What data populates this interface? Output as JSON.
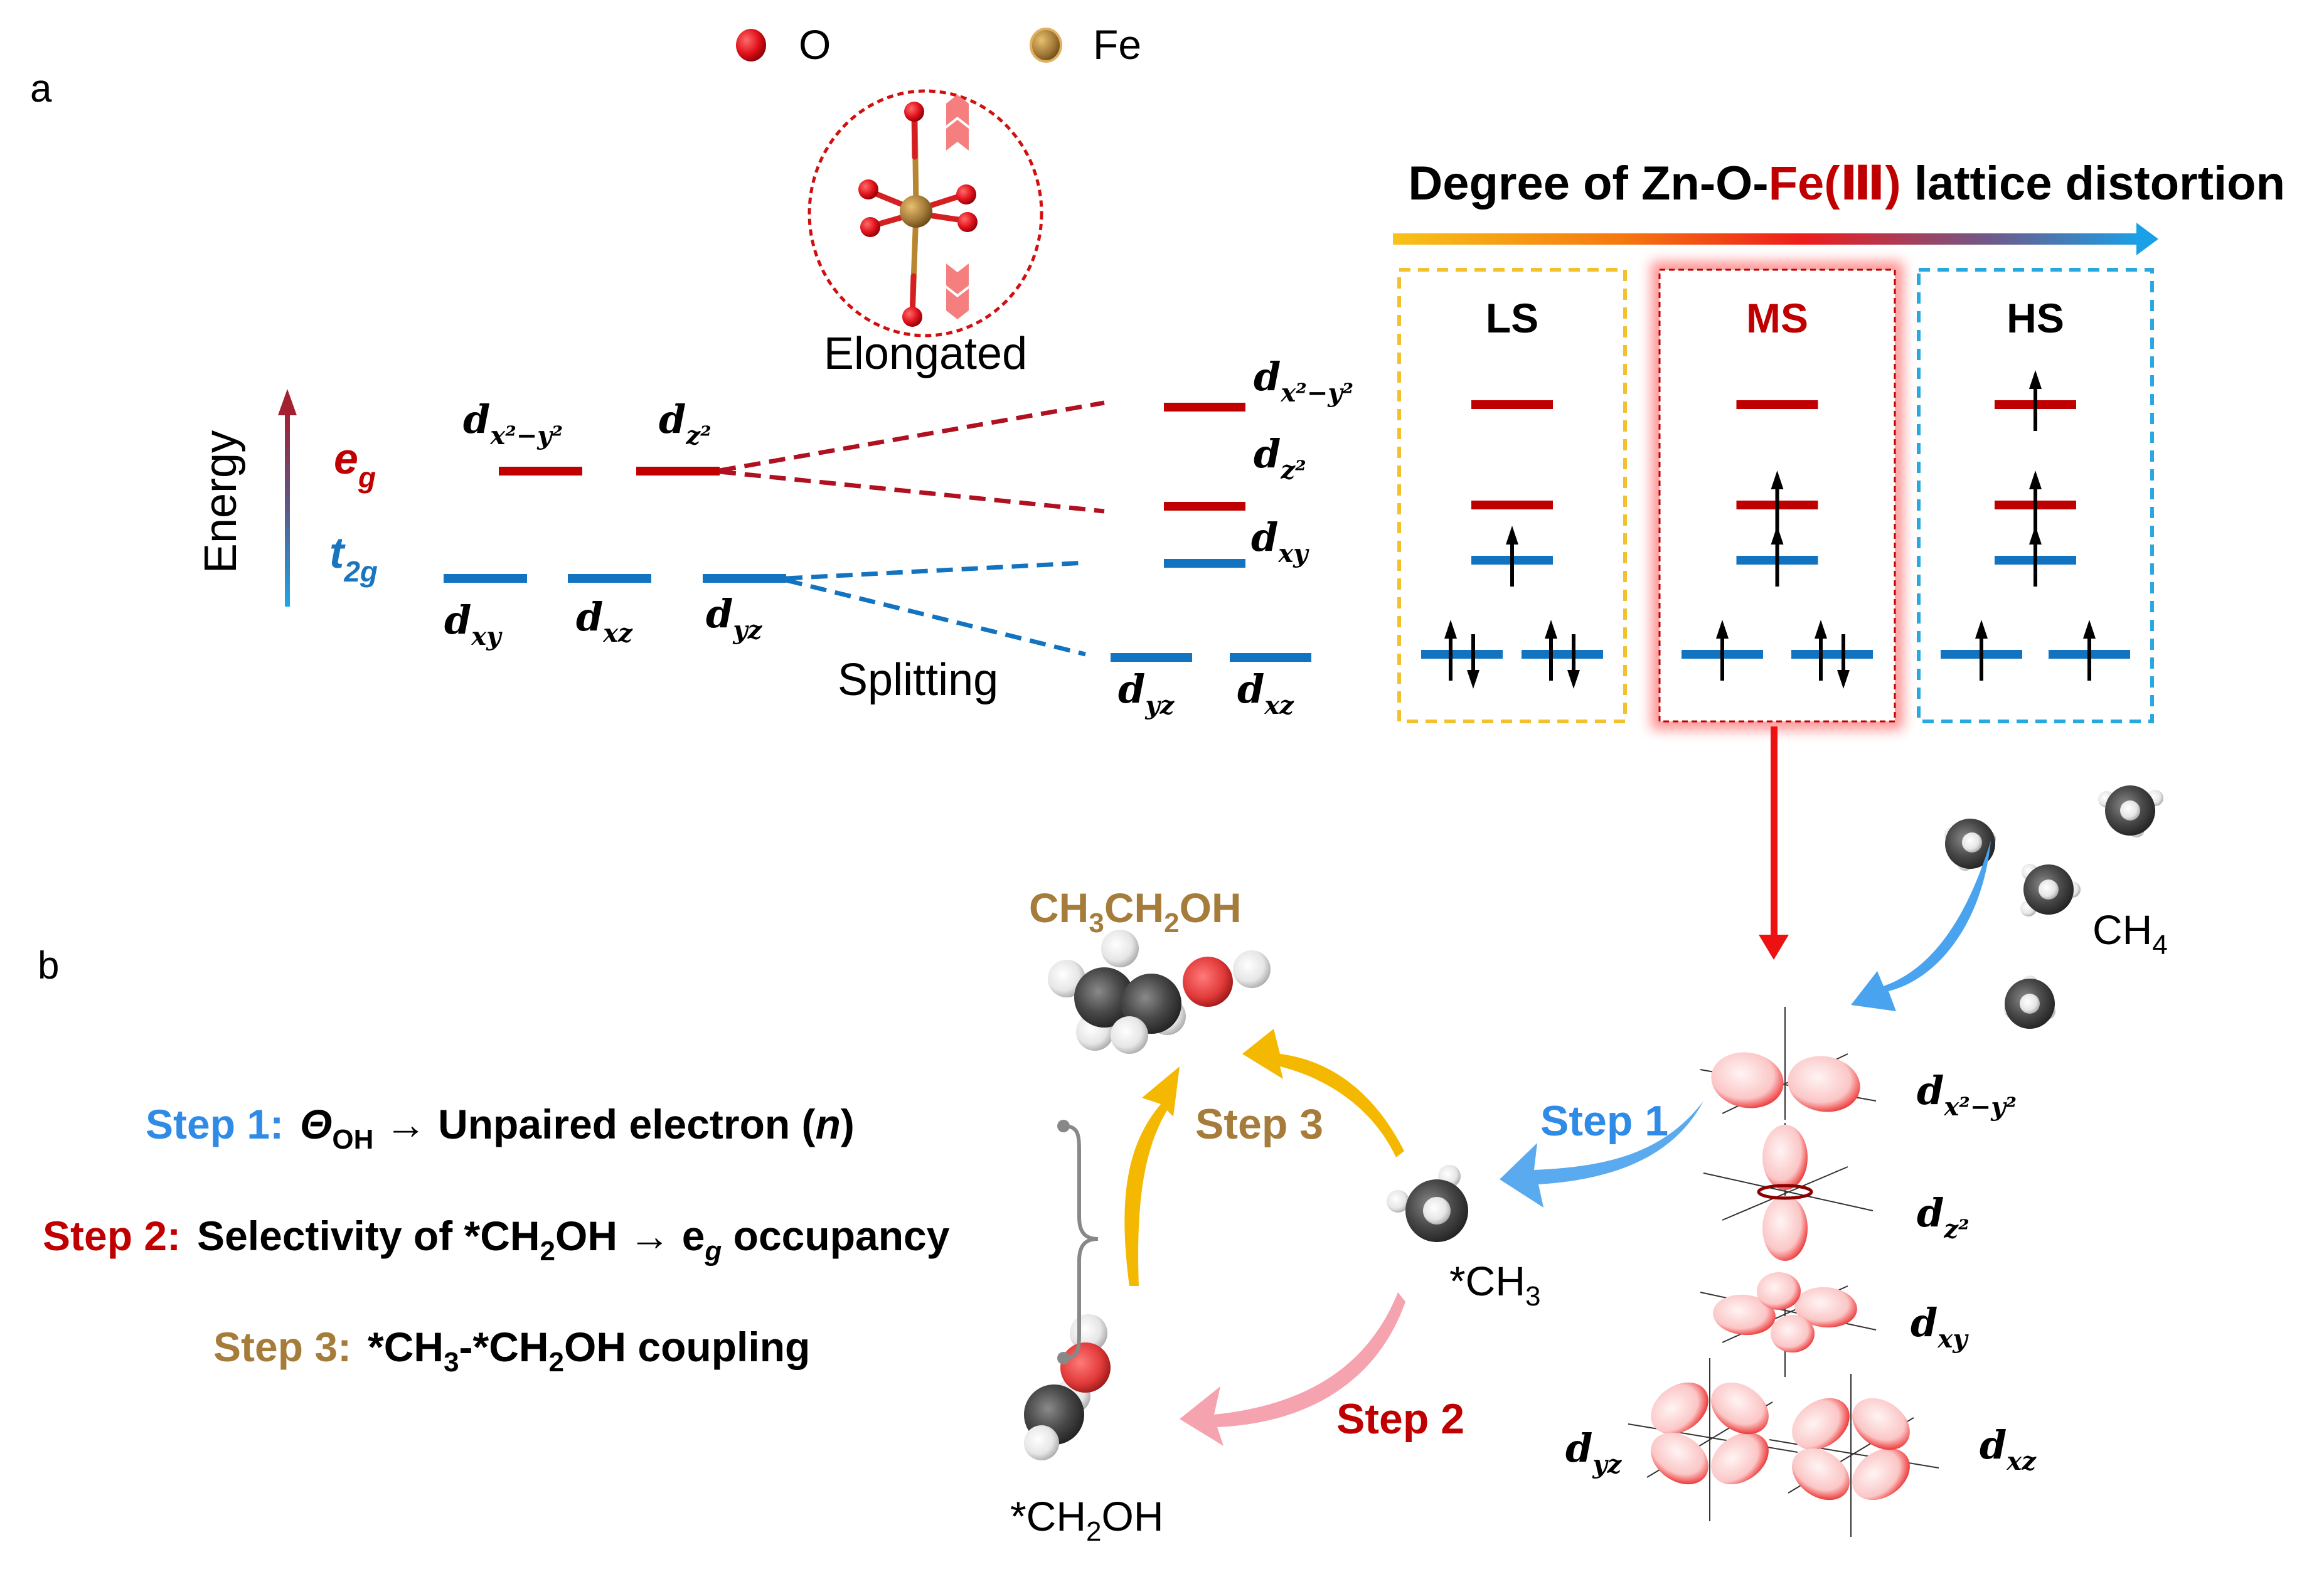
{
  "panel_labels": {
    "a": "a",
    "b": "b"
  },
  "legend": [
    {
      "label": "O",
      "color": "#e0101a"
    },
    {
      "label": "Fe",
      "color": "#a67c3a"
    }
  ],
  "octahedron": {
    "caption": "Elongated"
  },
  "title": {
    "prefix": "Degree of Zn-O-",
    "highlight": "Fe(Ⅲ)",
    "suffix": " lattice distortion",
    "highlight_color": "#c00000"
  },
  "energy_axis": {
    "label": "Energy"
  },
  "group_labels": {
    "eg": {
      "main": "e",
      "sub": "g",
      "color": "#c00000"
    },
    "t2g": {
      "main": "t",
      "sub": "2g",
      "color": "#1a75bf"
    }
  },
  "orbitals": {
    "dx2y2": {
      "main": "d",
      "sub": "x²−y²"
    },
    "dz2": {
      "main": "d",
      "sub": "z²"
    },
    "dxy": {
      "main": "d",
      "sub": "xy"
    },
    "dxz": {
      "main": "d",
      "sub": "xz"
    },
    "dyz": {
      "main": "d",
      "sub": "yz"
    }
  },
  "splitting_label": "Splitting",
  "spin_states": [
    {
      "label": "LS",
      "label_color": "#000000",
      "border_color": "#f2c12e",
      "occupancy": {
        "dx2y2": 0,
        "dz2": 0,
        "dxy": 1,
        "dyz": 2,
        "dxz": 2
      }
    },
    {
      "label": "MS",
      "label_color": "#c00000",
      "border_color": "#c00000",
      "highlighted": true,
      "occupancy": {
        "dx2y2": 0,
        "dz2": 1,
        "dxy": 1,
        "dyz": 1,
        "dxz": 2
      }
    },
    {
      "label": "HS",
      "label_color": "#000000",
      "border_color": "#29a8e0",
      "occupancy": {
        "dx2y2": 1,
        "dz2": 1,
        "dxy": 1,
        "dyz": 1,
        "dxz": 1
      }
    }
  ],
  "steps": [
    {
      "label": "Step 1:",
      "color": "#2f8be6",
      "text_pre": "",
      "theta": "Θ",
      "theta_sub": "OH",
      "text": " → Unpaired electron (",
      "n": "n",
      "text_post": ")"
    },
    {
      "label": "Step 2:",
      "color": "#c00000",
      "text": "Selectivity of *CH",
      "sub1": "2",
      "text2": "OH → e",
      "sub2": "g",
      "text3": " occupancy"
    },
    {
      "label": "Step 3:",
      "color": "#a67c3a",
      "text": "*CH",
      "sub1": "3",
      "text2": "-*CH",
      "sub2": "2",
      "text3": "OH coupling"
    }
  ],
  "cycle": {
    "product": {
      "main": "CH",
      "s1": "3",
      "mid": "CH",
      "s2": "2",
      "end": "OH",
      "color": "#a67c3a"
    },
    "ch3": {
      "main": "*CH",
      "sub": "3"
    },
    "ch2oh": {
      "main": "*CH",
      "sub": "2",
      "end": "OH"
    },
    "ch4": {
      "main": "CH",
      "sub": "4"
    },
    "step_arrows": [
      {
        "label": "Step 1",
        "color": "#2f8be6",
        "arrow_color": "#5aaaf0"
      },
      {
        "label": "Step 2",
        "color": "#c00000",
        "arrow_color": "#f5a3ae"
      },
      {
        "label": "Step 3",
        "color": "#a67c3a",
        "arrow_color": "#f5b800"
      }
    ]
  },
  "orbital_lobes": [
    {
      "name": "dx2y2",
      "main": "d",
      "sub": "x²−y²"
    },
    {
      "name": "dz2",
      "main": "d",
      "sub": "z²"
    },
    {
      "name": "dxy",
      "main": "d",
      "sub": "xy"
    },
    {
      "name": "dyz",
      "main": "d",
      "sub": "yz"
    },
    {
      "name": "dxz",
      "main": "d",
      "sub": "xz"
    }
  ],
  "colors": {
    "eg_level": "#c00000",
    "t2g_level": "#1273c0",
    "electron": "#000000",
    "ms_connector": "#ee1111"
  }
}
